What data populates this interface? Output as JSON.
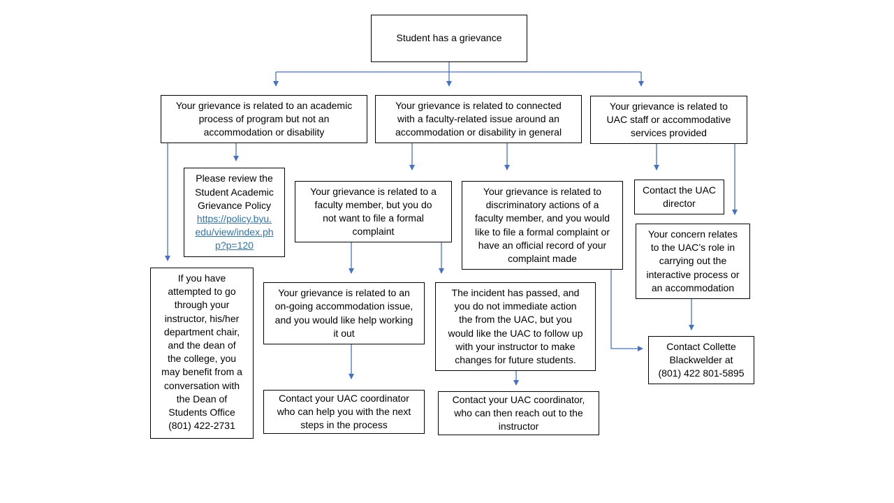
{
  "colors": {
    "connector": "#4472c4",
    "border": "#000000",
    "link": "#2e74b5"
  },
  "nodes": {
    "root": "Student  has a grievance",
    "academic_process": "Your grievance is related to an academic\nprocess of program but not an\naccommodation  or disability",
    "faculty_related": "Your grievance is related to connected\nwith a faculty-related issue around an\naccommodation  or disability in general",
    "uac_staff": "Your grievance is related to\nUAC staff or accommodative\nservices provided",
    "review_policy": "Please review the\nStudent Academic\nGrievance Policy",
    "policy_link": "https://policy.byu.\nedu/view/index.ph\np?p=120",
    "no_formal_complaint": "Your grievance is related to a\nfaculty member,  but you do\nnot want to file a formal\ncomplaint",
    "discriminatory": "Your grievance is related to\ndiscriminatory actions of a\nfaculty member,  and you would\nlike to file a formal complaint or\nhave an official record of your\ncomplaint made",
    "contact_director": "Contact the UAC\ndirector",
    "interactive_process": "Your concern relates\nto the UAC’s role in\ncarrying out the\ninteractive process or\nan accommodation",
    "dean_of_students": "If you have\nattempted to go\nthrough your\ninstructor, his/her\ndepartment chair,\nand the dean of\nthe college, you\nmay benefit from a\nconversation with\nthe Dean of\nStudents Office\n(801) 422-2731",
    "ongoing_issue": "Your grievance is related to an\non-going accommodation issue,\nand you would like help working\nit out",
    "incident_passed": "The incident has passed, and\nyou do not immediate action\nthe from the UAC, but you\nwould like the UAC to follow up\nwith your instructor to make\nchanges for future students.",
    "contact_collette": "Contact Collette\nBlackwelder at\n(801) 422 801-5895",
    "coordinator_next_steps": "Contact your UAC coordinator\nwho can help you with the next\nsteps in the process",
    "coordinator_reach_out": "Contact your UAC coordinator,\nwho can then reach out to the\ninstructor"
  }
}
